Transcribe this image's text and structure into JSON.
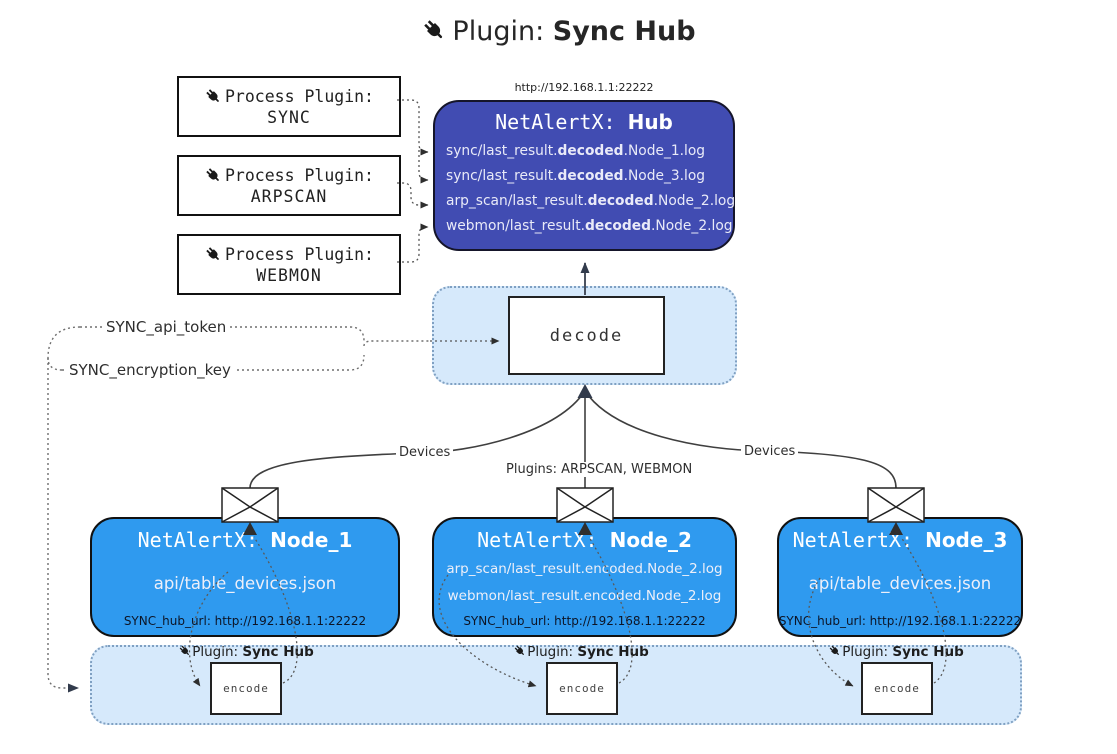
{
  "title": {
    "prefix": "Plugin: ",
    "bold": "Sync Hub"
  },
  "hub_url": "http://192.168.1.1:22222",
  "process_plugins": [
    {
      "label": "Process Plugin:",
      "name": "SYNC"
    },
    {
      "label": "Process Plugin:",
      "name": "ARPSCAN"
    },
    {
      "label": "Process Plugin:",
      "name": "WEBMON"
    }
  ],
  "hub": {
    "title_prefix": "NetAlertX: ",
    "title_bold": "Hub",
    "lines": [
      {
        "pre": "sync/last_result.",
        "bold": "decoded",
        "post": ".Node_1.log"
      },
      {
        "pre": "sync/last_result.",
        "bold": "decoded",
        "post": ".Node_3.log"
      },
      {
        "pre": "arp_scan/last_result.",
        "bold": "decoded",
        "post": ".Node_2.log"
      },
      {
        "pre": "webmon/last_result.",
        "bold": "decoded",
        "post": ".Node_2.log"
      }
    ]
  },
  "decode_box": {
    "label": "decode"
  },
  "settings": {
    "api_token": "SYNC_api_token",
    "encryption_key": "SYNC_encryption_key"
  },
  "edge_labels": {
    "devices_left": "Devices",
    "plugins_middle": "Plugins: ARPSCAN, WEBMON",
    "devices_right": "Devices"
  },
  "nodes": [
    {
      "title_prefix": "NetAlertX: ",
      "title_bold": "Node_1",
      "lines": [
        "api/table_devices.json"
      ],
      "hub_url": "SYNC_hub_url: http://192.168.1.1:22222"
    },
    {
      "title_prefix": "NetAlertX: ",
      "title_bold": "Node_2",
      "lines": [
        "arp_scan/last_result.encoded.Node_2.log",
        "webmon/last_result.encoded.Node_2.log"
      ],
      "hub_url": "SYNC_hub_url: http://192.168.1.1:22222"
    },
    {
      "title_prefix": "NetAlertX: ",
      "title_bold": "Node_3",
      "lines": [
        "api/table_devices.json"
      ],
      "hub_url": "SYNC_hub_url: http://192.168.1.1:22222"
    }
  ],
  "encode_plugin": {
    "label_prefix": "Plugin: ",
    "label_bold": "Sync Hub",
    "box_label": "encode"
  },
  "colors": {
    "hub_fill": "#414CB2",
    "node_fill": "#2F9AEF",
    "panel_fill": "#D6E9FB",
    "panel_border": "#7FA0C2",
    "wire": "#3F3F3F",
    "dotted_wire": "#666666",
    "arrow_dark": "#323B4C"
  }
}
